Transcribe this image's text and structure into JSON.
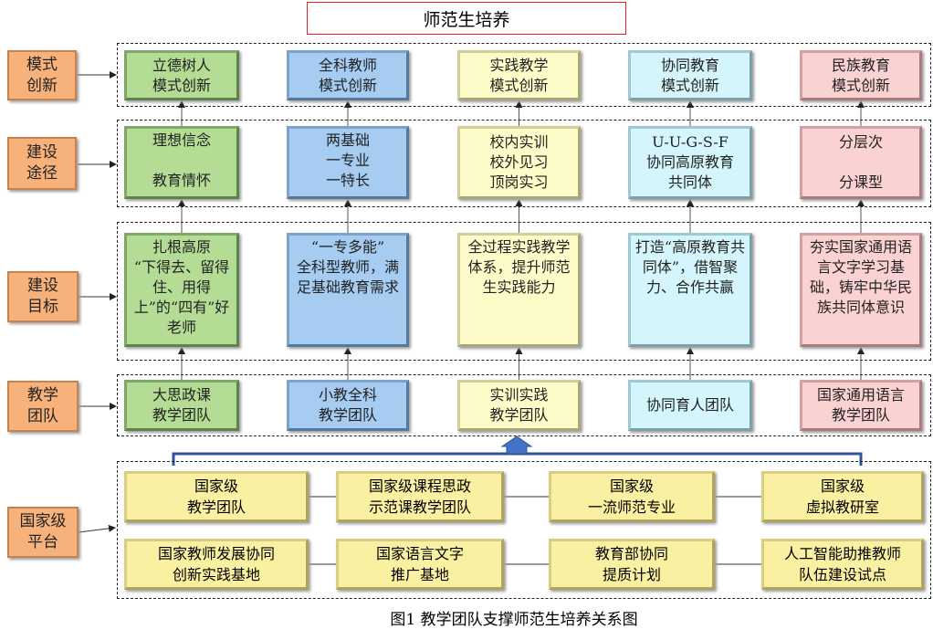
{
  "title": "师范生培养",
  "labels": [
    "模式\n创新",
    "建设\n途径",
    "建设\n目标",
    "教学\n团队",
    "国家级\n平台"
  ],
  "row1": [
    "立德树人\n模式创新",
    "全科教师\n模式创新",
    "实践教学\n模式创新",
    "协同教育\n模式创新",
    "民族教育\n模式创新"
  ],
  "row2": [
    "理想信念\n\n教育情怀",
    "两基础\n一专业\n一特长",
    "校内实训\n校外见习\n顶岗实习",
    "U-U-G-S-F\n协同高原教育\n共同体",
    "分层次\n\n分课型"
  ],
  "row3": [
    "扎根高原\n“下得去、留得住、用得上”的“四有”好老师",
    "“一专多能”\n全科型教师，满足基础教育需求",
    "全过程实践教学体系，提升师范生实践能力",
    "打造“高原教育共同体”，借智聚力、合作共赢",
    "夯实国家通用语言文字学习基础，铸牢中华民族共同体意识"
  ],
  "row4": [
    "大思政课\n教学团队",
    "小教全科\n教学团队",
    "实训实践\n教学团队",
    "协同育人团队",
    "国家通用语言\n教学团队"
  ],
  "platform_a": [
    "国家级\n教学团队",
    "国家级课程思政\n示范课教学团队",
    "国家级\n一流师范专业",
    "国家级\n虚拟教研室"
  ],
  "platform_b": [
    "国家教师发展协同\n创新实践基地",
    "国家语言文字\n推广基地",
    "教育部协同\n提质计划",
    "人工智能助推教师\n队伍建设试点"
  ],
  "caption": "图1  教学团队支撑师范生培养关系图"
}
